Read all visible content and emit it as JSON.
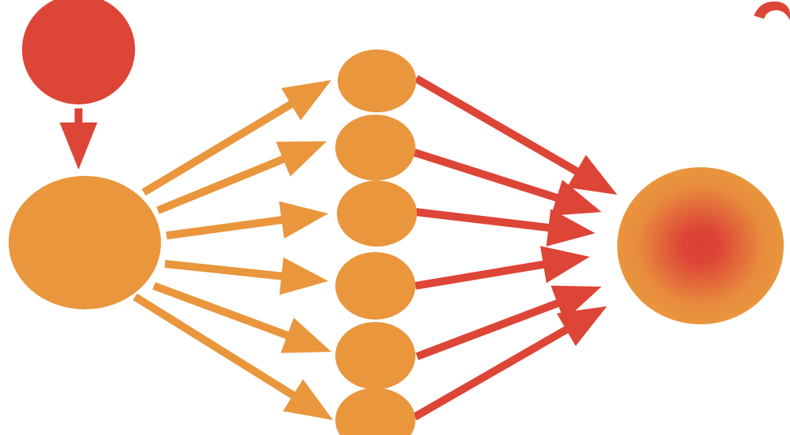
{
  "colors": {
    "red": "#dd4537",
    "orange": "#e9963d",
    "hub_center": "#dc3f35",
    "background": "#ffffff"
  },
  "diagram": {
    "source_count": 1,
    "hub_count": 1,
    "middle_node_count": 6,
    "target_count": 1,
    "edges": [
      {
        "from": "source",
        "to": "hub",
        "color": "red"
      },
      {
        "from": "hub",
        "to": "middle-1",
        "color": "orange"
      },
      {
        "from": "hub",
        "to": "middle-2",
        "color": "orange"
      },
      {
        "from": "hub",
        "to": "middle-3",
        "color": "orange"
      },
      {
        "from": "hub",
        "to": "middle-4",
        "color": "orange"
      },
      {
        "from": "hub",
        "to": "middle-5",
        "color": "orange"
      },
      {
        "from": "hub",
        "to": "middle-6",
        "color": "orange"
      },
      {
        "from": "middle-1",
        "to": "target",
        "color": "red"
      },
      {
        "from": "middle-2",
        "to": "target",
        "color": "red"
      },
      {
        "from": "middle-3",
        "to": "target",
        "color": "red"
      },
      {
        "from": "middle-4",
        "to": "target",
        "color": "red"
      },
      {
        "from": "middle-5",
        "to": "target",
        "color": "red"
      },
      {
        "from": "middle-6",
        "to": "target",
        "color": "red"
      }
    ]
  }
}
